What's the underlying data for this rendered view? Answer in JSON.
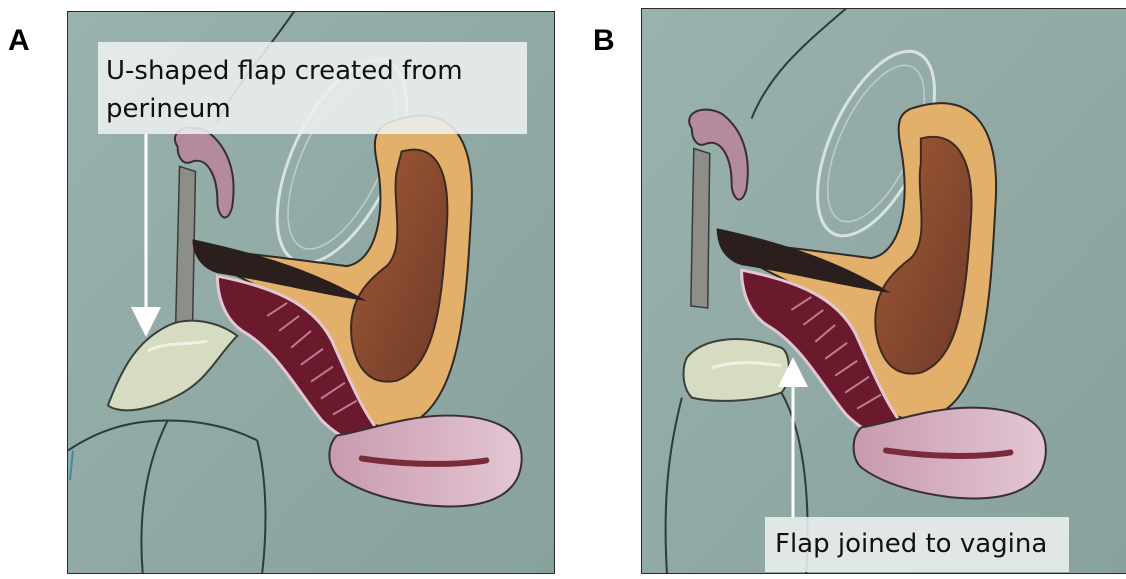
{
  "panels": [
    {
      "letter": "A",
      "caption": "U-shaped flap created from perineum"
    },
    {
      "letter": "B",
      "caption": "Flap joined to vagina"
    }
  ],
  "colors": {
    "background": "#8ea7a3",
    "uterus": "#d9b7c9",
    "vagina_wall": "#6b1a2e",
    "rectum_outer": "#e2b06a",
    "rectum_inner": "#8a4a2c",
    "flap": "#d6dcc2",
    "bladder_outline": "#c9d4d1"
  }
}
